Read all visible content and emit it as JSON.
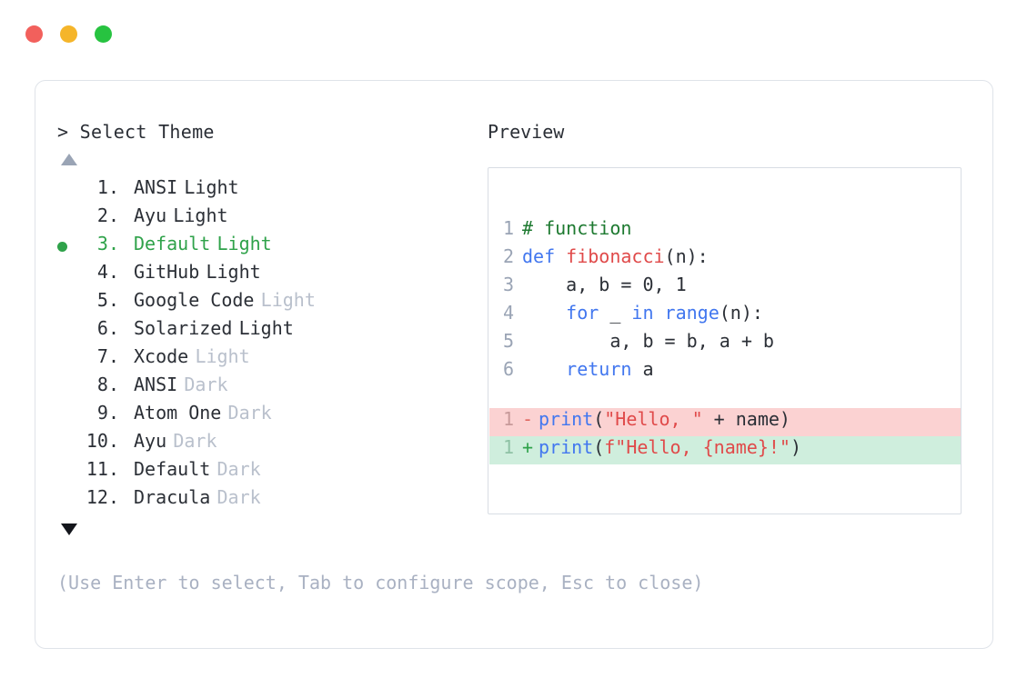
{
  "window": {
    "dots": [
      {
        "name": "close",
        "color": "#f2605c"
      },
      {
        "name": "minimize",
        "color": "#f5b52a"
      },
      {
        "name": "maximize",
        "color": "#27c340"
      }
    ]
  },
  "picker": {
    "prompt": "> Select Theme",
    "scroll_up_icon": "triangle-up-icon",
    "scroll_down_icon": "triangle-down-icon",
    "selected_index": 3,
    "selected_color": "#2fa24a",
    "items": [
      {
        "index": " 1.",
        "name": "ANSI",
        "variant": "Light",
        "variant_muted": false,
        "selected": false
      },
      {
        "index": " 2.",
        "name": "Ayu",
        "variant": "Light",
        "variant_muted": false,
        "selected": false
      },
      {
        "index": " 3.",
        "name": "Default",
        "variant": "Light",
        "variant_muted": false,
        "selected": true
      },
      {
        "index": " 4.",
        "name": "GitHub",
        "variant": "Light",
        "variant_muted": false,
        "selected": false
      },
      {
        "index": " 5.",
        "name": "Google Code",
        "variant": "Light",
        "variant_muted": true,
        "selected": false
      },
      {
        "index": " 6.",
        "name": "Solarized",
        "variant": "Light",
        "variant_muted": false,
        "selected": false
      },
      {
        "index": " 7.",
        "name": "Xcode",
        "variant": "Light",
        "variant_muted": true,
        "selected": false
      },
      {
        "index": " 8.",
        "name": "ANSI",
        "variant": "Dark",
        "variant_muted": true,
        "selected": false
      },
      {
        "index": " 9.",
        "name": "Atom One",
        "variant": "Dark",
        "variant_muted": true,
        "selected": false
      },
      {
        "index": "10.",
        "name": "Ayu",
        "variant": "Dark",
        "variant_muted": true,
        "selected": false
      },
      {
        "index": "11.",
        "name": "Default",
        "variant": "Dark",
        "variant_muted": true,
        "selected": false
      },
      {
        "index": "12.",
        "name": "Dracula",
        "variant": "Dark",
        "variant_muted": true,
        "selected": false
      }
    ]
  },
  "hint": "(Use Enter to select, Tab to configure scope, Esc to close)",
  "preview": {
    "label": "Preview",
    "code_lines": [
      {
        "ln": "1",
        "tokens": [
          {
            "t": "# function",
            "c": "tok-comment"
          }
        ]
      },
      {
        "ln": "2",
        "tokens": [
          {
            "t": "def ",
            "c": "tok-kw"
          },
          {
            "t": "fibonacci",
            "c": "tok-fn"
          },
          {
            "t": "(n):",
            "c": "tok-punct"
          }
        ]
      },
      {
        "ln": "3",
        "tokens": [
          {
            "t": "    a, b = 0, 1",
            "c": "tok-plain"
          }
        ]
      },
      {
        "ln": "4",
        "tokens": [
          {
            "t": "    ",
            "c": "tok-plain"
          },
          {
            "t": "for",
            "c": "tok-kw"
          },
          {
            "t": " _ ",
            "c": "tok-plain"
          },
          {
            "t": "in range",
            "c": "tok-kw"
          },
          {
            "t": "(n):",
            "c": "tok-punct"
          }
        ]
      },
      {
        "ln": "5",
        "tokens": [
          {
            "t": "        a, b = b, a + b",
            "c": "tok-plain"
          }
        ]
      },
      {
        "ln": "6",
        "tokens": [
          {
            "t": "    ",
            "c": "tok-plain"
          },
          {
            "t": "return",
            "c": "tok-kw"
          },
          {
            "t": " a",
            "c": "tok-plain"
          }
        ]
      }
    ],
    "diff_lines": [
      {
        "ln": "1",
        "sign": "-",
        "kind": "del",
        "tokens": [
          {
            "t": "print",
            "c": "tok-kw"
          },
          {
            "t": "(",
            "c": "tok-punct"
          },
          {
            "t": "\"Hello, \"",
            "c": "tok-str"
          },
          {
            "t": " + name)",
            "c": "tok-plain"
          }
        ]
      },
      {
        "ln": "1",
        "sign": "+",
        "kind": "add",
        "tokens": [
          {
            "t": "print",
            "c": "tok-kw"
          },
          {
            "t": "(",
            "c": "tok-punct"
          },
          {
            "t": "f\"Hello, {name}!\"",
            "c": "tok-str"
          },
          {
            "t": ")",
            "c": "tok-punct"
          }
        ]
      }
    ],
    "colors": {
      "comment": "#1e7a31",
      "keyword": "#4277ef",
      "function": "#e04a4a",
      "string": "#e04a4a",
      "plain": "#2b2f36",
      "line_number": "#9aa4b5",
      "diff_del_bg": "#fbd2d2",
      "diff_add_bg": "#cfeedd"
    }
  }
}
